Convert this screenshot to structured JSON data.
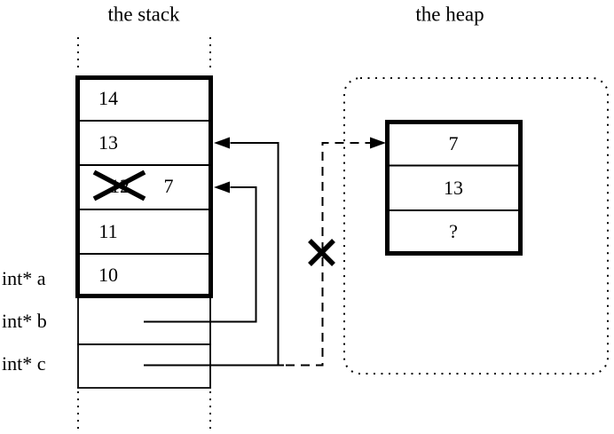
{
  "diagram": {
    "stack": {
      "title": "the stack",
      "cells": [
        {
          "value": "14"
        },
        {
          "value": "13"
        },
        {
          "old_value": "12",
          "new_value": "7",
          "crossed_out": true
        },
        {
          "value": "11"
        },
        {
          "value": "10"
        }
      ]
    },
    "variables": [
      {
        "label": "int* a"
      },
      {
        "label": "int* b"
      },
      {
        "label": "int* c"
      }
    ],
    "heap": {
      "title": "the heap",
      "cells": [
        {
          "value": "7"
        },
        {
          "value": "13"
        },
        {
          "value": "?"
        }
      ]
    },
    "colors": {
      "line": "#000000",
      "background": "#ffffff"
    }
  }
}
